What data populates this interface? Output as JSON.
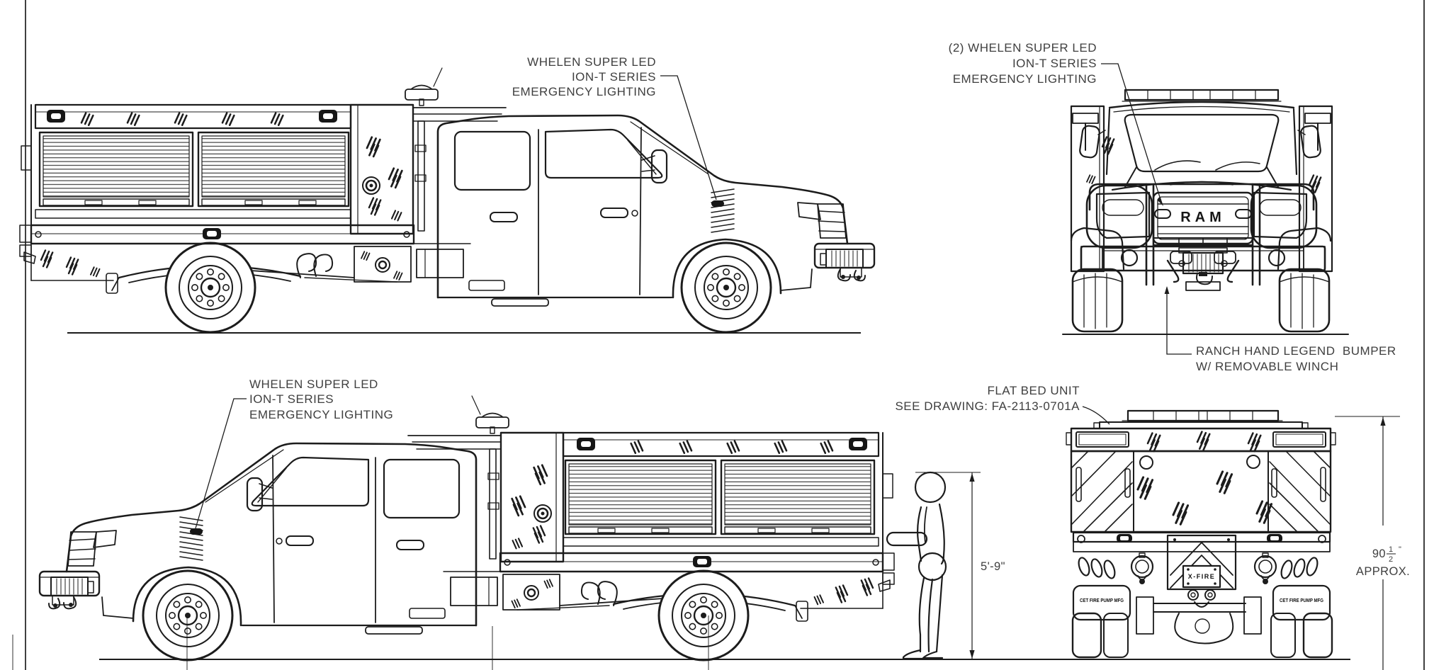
{
  "labels": {
    "side_top": {
      "lines": [
        "WHELEN SUPER LED",
        "ION-T SERIES",
        "EMERGENCY LIGHTING"
      ]
    },
    "front_top": {
      "lines": [
        "(2) WHELEN SUPER LED",
        "ION-T SERIES",
        "EMERGENCY LIGHTING"
      ]
    },
    "side_bottom": {
      "lines": [
        "WHELEN SUPER LED",
        "ION-T SERIES",
        "EMERGENCY LIGHTING"
      ]
    },
    "flatbed": {
      "lines": [
        "FLAT BED UNIT",
        "SEE DRAWING: FA-2113-0701A"
      ]
    },
    "bumper": {
      "lines": [
        "RANCH HAND LEGEND  BUMPER",
        "W/ REMOVABLE WINCH"
      ]
    },
    "figure_height": "5'-9\"",
    "rear_height": {
      "whole": "90",
      "numerator": "1",
      "denominator": "2",
      "unit": "\"",
      "approx": "APPROX."
    },
    "ram_badge": "RAM",
    "plate": "X-FIRE",
    "mudflap": "CET FIRE PUMP MFG"
  },
  "colors": {
    "line": "#1c1c1c",
    "text": "#3f3f3f",
    "background": "#ffffff"
  }
}
